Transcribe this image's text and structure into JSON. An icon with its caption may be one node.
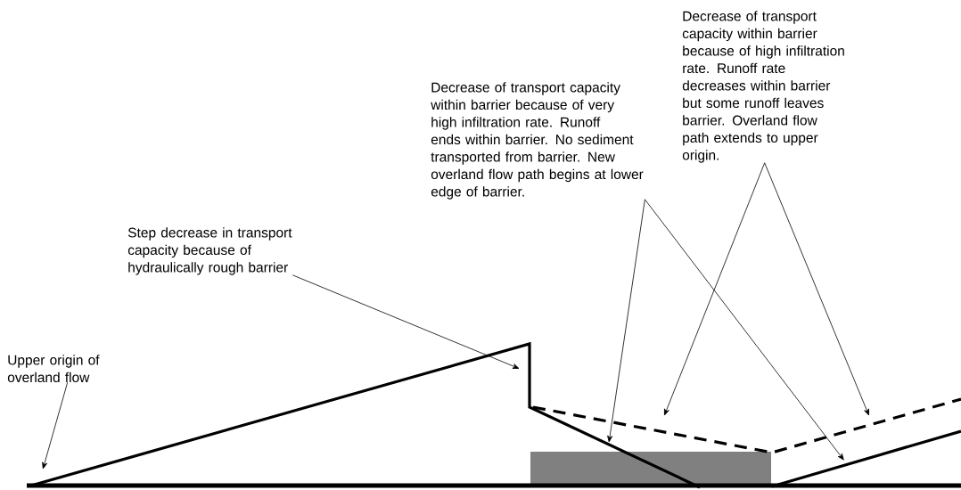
{
  "diagram": {
    "nodes": [
      {
        "text": [
          "Upper origin of overland flow"
        ]
      },
      {
        "text": [
          "Step decrease in transport capacity because of hydraulically rough barrier"
        ]
      },
      {
        "text": [
          "Decrease of transport capacity within barrier because of very high infiltration rate. Runoff ends within barrier. No sediment transported from barrier. New overland flow path begins at lower edge of barrier."
        ]
      },
      {
        "text": [
          "Decrease of transport capacity within barrier because of high infiltration rate. Runoff rate decreases within barrier but some runoff leaves barrier. Overland flow path extends to upper origin."
        ]
      }
    ],
    "edges": [
      {
        "from": 0,
        "to": null,
        "arrow": "to"
      },
      {
        "from": 1,
        "to": null,
        "arrow": "to"
      },
      {
        "from": 2,
        "to": null,
        "arrow": "to"
      },
      {
        "from": 2,
        "to": null,
        "arrow": "to"
      },
      {
        "from": 3,
        "to": null,
        "arrow": "to"
      },
      {
        "from": 3,
        "to": null,
        "arrow": "to"
      }
    ]
  }
}
